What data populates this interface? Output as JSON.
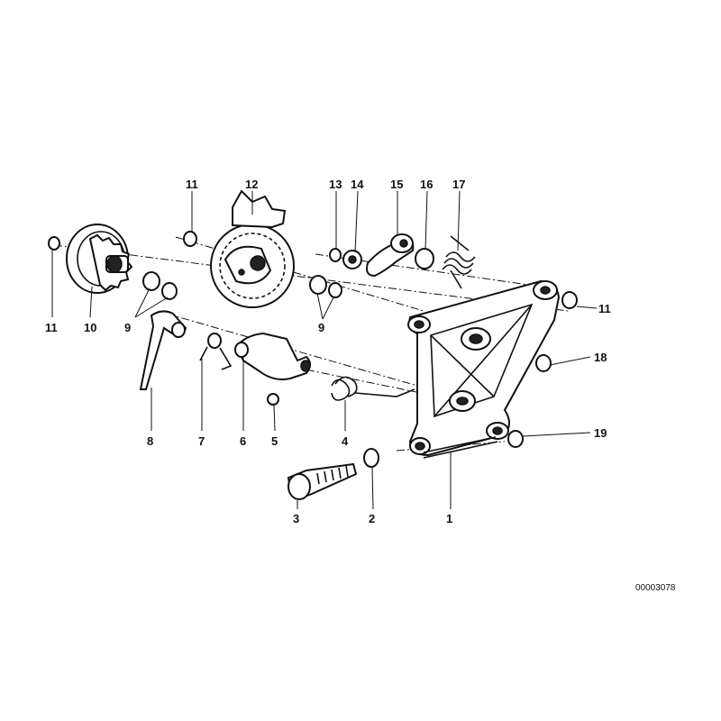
{
  "diagram": {
    "reference_code": "00003078",
    "callouts": [
      {
        "id": "c11a",
        "text": "11"
      },
      {
        "id": "c12",
        "text": "12"
      },
      {
        "id": "c13",
        "text": "13"
      },
      {
        "id": "c14",
        "text": "14"
      },
      {
        "id": "c15",
        "text": "15"
      },
      {
        "id": "c16",
        "text": "16"
      },
      {
        "id": "c17",
        "text": "17"
      },
      {
        "id": "c11b",
        "text": "11"
      },
      {
        "id": "c10",
        "text": "10"
      },
      {
        "id": "c9a",
        "text": "9"
      },
      {
        "id": "c9b",
        "text": "9"
      },
      {
        "id": "c11c",
        "text": "11"
      },
      {
        "id": "c18",
        "text": "18"
      },
      {
        "id": "c8",
        "text": "8"
      },
      {
        "id": "c7",
        "text": "7"
      },
      {
        "id": "c6",
        "text": "6"
      },
      {
        "id": "c5",
        "text": "5"
      },
      {
        "id": "c4",
        "text": "4"
      },
      {
        "id": "c19",
        "text": "19"
      },
      {
        "id": "c3",
        "text": "3"
      },
      {
        "id": "c2",
        "text": "2"
      },
      {
        "id": "c1",
        "text": "1"
      }
    ]
  }
}
